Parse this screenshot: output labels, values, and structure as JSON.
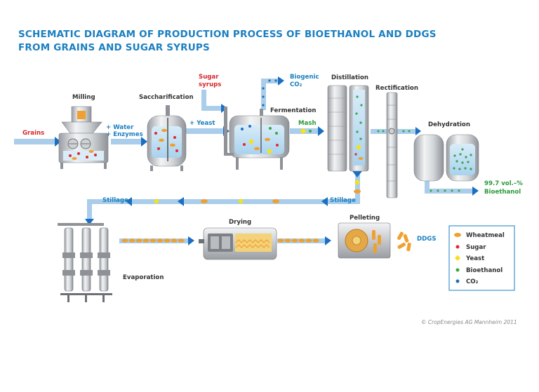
{
  "title": {
    "line1": "SCHEMATIC DIAGRAM OF PRODUCTION PROCESS OF BIOETHANOL AND DDGS",
    "line2": "FROM GRAINS AND SUGAR SYRUPS"
  },
  "stages": {
    "milling": "Milling",
    "saccharification": "Saccharification",
    "fermentation": "Fermentation",
    "distillation": "Distillation",
    "rectification": "Rectification",
    "dehydration": "Dehydration",
    "evaporation": "Evaporation",
    "drying": "Drying",
    "pelleting": "Pelleting"
  },
  "flows": {
    "grains": "Grains",
    "water": "+ Water",
    "enzymes": "+ Enzymes",
    "yeast": "+ Yeast",
    "sugar_syrups_1": "Sugar",
    "sugar_syrups_2": "syrups",
    "biogenic_1": "Biogenic",
    "biogenic_2": "CO₂",
    "mash": "Mash",
    "stillage_left": "Stillage",
    "stillage_right": "Stillage",
    "ddgs": "DDGS",
    "bioethanol_1": "99.7 vol.–%",
    "bioethanol_2": "Bioethanol"
  },
  "legend": {
    "items": [
      {
        "label": "Wheatmeal",
        "color": "#f0a030",
        "shape": "wheatmeal-icon"
      },
      {
        "label": "Sugar",
        "color": "#e02a2a",
        "shape": "dot-icon"
      },
      {
        "label": "Yeast",
        "color": "#f4e21a",
        "shape": "diamond-icon"
      },
      {
        "label": "Bioethanol",
        "color": "#34a84a",
        "shape": "dot-icon"
      },
      {
        "label": "CO₂",
        "color": "#1b6fc0",
        "shape": "dot-icon"
      }
    ]
  },
  "copyright": "© CropEnergies AG Mannheim 2011",
  "colors": {
    "title": "#1b7fc0",
    "pipe": "#a9cdea",
    "arrow": "#1b6fc0",
    "red": "#d9252b",
    "green": "#2a9a3a"
  }
}
